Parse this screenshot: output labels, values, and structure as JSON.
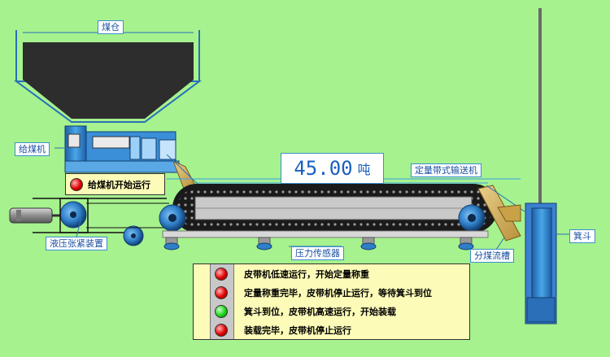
{
  "labels": {
    "coal_bin": "煤仓",
    "feeder": "给煤机",
    "hydraulic_tensioner": "液压张紧装置",
    "weigh_belt": "定量带式输送机",
    "pressure_sensor": "压力传感器",
    "chute": "分煤流槽",
    "skip": "箕斗"
  },
  "weight": {
    "value": "45.00",
    "unit": "吨"
  },
  "feeder_status": {
    "text": "给煤机开始运行",
    "lamp": "red"
  },
  "legend": [
    {
      "lamp": "red",
      "text": "皮带机低速运行，开始定量称重"
    },
    {
      "lamp": "red",
      "text": "定量称重完毕，皮带机停止运行，等待箕斗到位"
    },
    {
      "lamp": "green",
      "text": "箕斗到位，皮带机高速运行，开始装载"
    },
    {
      "lamp": "red",
      "text": "装载完毕，皮带机停止运行"
    }
  ],
  "colors": {
    "background": "#a6f28e",
    "lamp_red": "#e00000",
    "lamp_green": "#19d419",
    "accent": "#3a8fd0"
  }
}
